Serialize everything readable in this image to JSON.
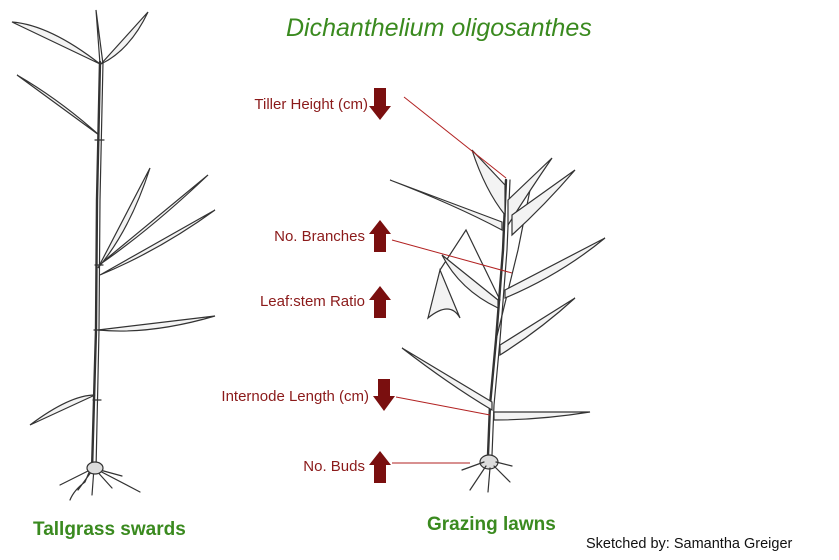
{
  "title": "Dichanthelium oligosanthes",
  "traits": [
    {
      "label": "Tiller Height (cm)",
      "direction": "down"
    },
    {
      "label": "No. Branches",
      "direction": "up"
    },
    {
      "label": "Leaf:stem Ratio",
      "direction": "up"
    },
    {
      "label": "Internode  Length (cm)",
      "direction": "down"
    },
    {
      "label": "No. Buds",
      "direction": "up"
    }
  ],
  "left_caption": "Tallgrass swards",
  "right_caption": "Grazing lawns",
  "credit": "Sketched by: Samantha Greiger",
  "colors": {
    "title": "#3a8a1f",
    "trait_text": "#8b1a1a",
    "arrow": "#7a0f0f",
    "leader": "#b22222",
    "sketch": "#333333"
  }
}
